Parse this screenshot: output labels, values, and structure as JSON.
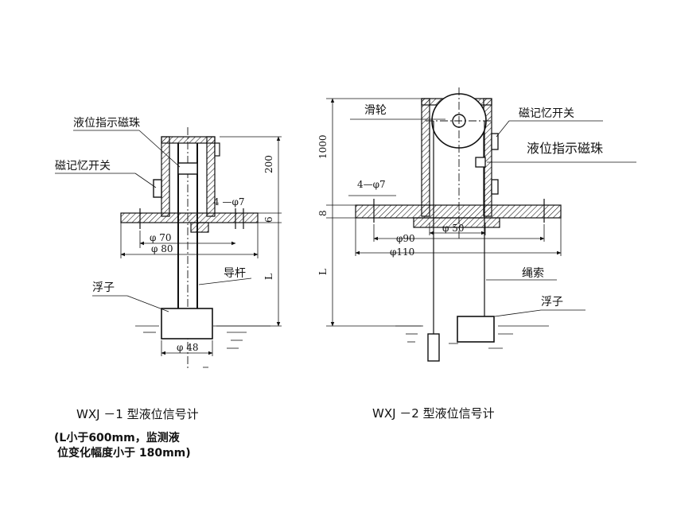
{
  "left": {
    "label_bead": "液位指示磁珠",
    "label_switch": "磁记忆开关",
    "label_rod": "导杆",
    "label_float": "浮子",
    "dim_200": "200",
    "dim_6": "6",
    "dim_L": "L",
    "dim_holes": "4 —φ7",
    "dim_70": "φ 70",
    "dim_80": "φ 80",
    "dim_48": "φ 48",
    "caption": "WXJ －1 型液位信号计",
    "note_line1": "(L小于600mm，监测液",
    "note_line2": "位变化幅度小于 180mm)"
  },
  "right": {
    "label_pulley": "滑轮",
    "label_switch": "磁记忆开关",
    "label_bead": "液位指示磁珠",
    "label_rope": "绳索",
    "label_float": "浮子",
    "dim_1000": "1000",
    "dim_8": "8",
    "dim_L": "L",
    "dim_holes": "4—φ7",
    "dim_90": "φ90",
    "dim_50": "φ 50",
    "dim_110": "φ110",
    "caption": "WXJ －2 型液位信号计"
  }
}
